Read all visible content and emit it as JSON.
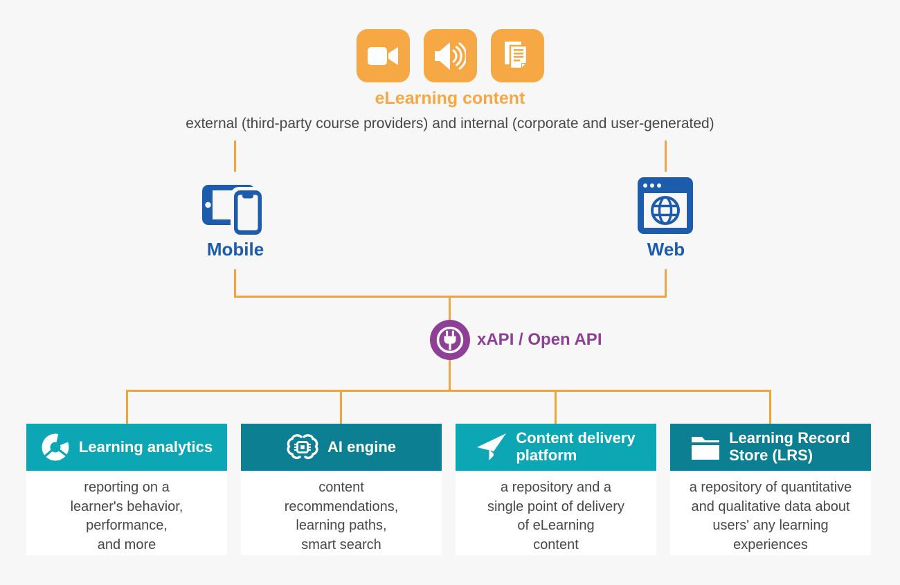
{
  "colors": {
    "orange": "#F5A843",
    "connector_line": "#F2A43C",
    "blue": "#1D5CAD",
    "purple": "#8E4097",
    "teal_light": "#0DA6B4",
    "teal_dark": "#0C7F92",
    "body_text": "#474747",
    "background": "#F7F7F7"
  },
  "header": {
    "icons": [
      "video-camera-icon",
      "speaker-icon",
      "documents-icon"
    ],
    "title": "eLearning content",
    "subtitle": "external (third-party course providers) and internal (corporate and user-generated)"
  },
  "devices": {
    "mobile_label": "Mobile",
    "web_label": "Web"
  },
  "api": {
    "icon": "plug-icon",
    "label": "xAPI / Open API"
  },
  "cards": [
    {
      "icon": "donut-chart-icon",
      "header_color": "#0DA6B4",
      "title": [
        "Learning analytics"
      ],
      "description": [
        "reporting on a",
        "learner's behavior,",
        "performance,",
        "and more"
      ]
    },
    {
      "icon": "ai-chip-brain-icon",
      "header_color": "#0C7F92",
      "title": [
        "AI engine"
      ],
      "description": [
        "content",
        "recommendations,",
        "learning paths,",
        "smart search"
      ]
    },
    {
      "icon": "paper-plane-icon",
      "header_color": "#0DA6B4",
      "title": [
        "Content delivery",
        "platform"
      ],
      "description": [
        "a repository and a",
        "single point of delivery",
        "of eLearning",
        "content"
      ]
    },
    {
      "icon": "folder-icon",
      "header_color": "#0C7F92",
      "title": [
        "Learning Record",
        "Store (LRS)"
      ],
      "description": [
        "a repository of quantitative",
        "and qualitative data about",
        "users' any learning",
        "experiences"
      ]
    }
  ]
}
